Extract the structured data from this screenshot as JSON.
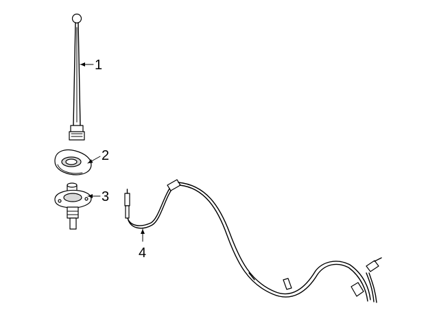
{
  "parts": [
    {
      "id": "mast",
      "callout": "1",
      "icon": "antenna-mast-icon"
    },
    {
      "id": "cap",
      "callout": "2",
      "icon": "antenna-cap-icon"
    },
    {
      "id": "base",
      "callout": "3",
      "icon": "antenna-base-icon"
    },
    {
      "id": "cable",
      "callout": "4",
      "icon": "antenna-cable-icon"
    }
  ],
  "colors": {
    "line": "#000000",
    "background": "#ffffff",
    "shade": "#d9d9d9"
  }
}
